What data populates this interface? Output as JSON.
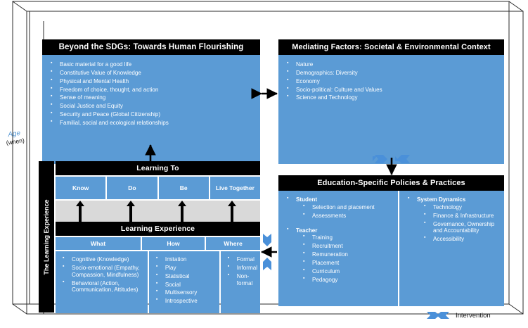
{
  "diagram": {
    "title_hidden": "",
    "axis_label": {
      "line1": "Age",
      "line2": "(when)"
    },
    "legend": {
      "label": "Intervention",
      "arrow_color": "#4A90D9"
    },
    "colors": {
      "blue": "#5B9BD5",
      "header": "#000000",
      "band": "#D9D9D9",
      "text": "#FFFFFF"
    }
  },
  "sdg": {
    "title": "Beyond the SDGs: Towards Human Flourishing",
    "items": [
      "Basic material for a good life",
      "Constitutive Value of Knowledge",
      "Physical and Mental Health",
      "Freedom of choice, thought, and action",
      "Sense of meaning",
      "Social Justice and Equity",
      "Security and Peace (Global Citizenship)",
      "Familial, social and ecological relationships"
    ]
  },
  "mediating": {
    "title": "Mediating Factors: Societal & Environmental Context",
    "items": [
      "Nature",
      "Demographics: Diversity",
      "Economy",
      "Socio-political: Culture and Values",
      "Science and Technology"
    ]
  },
  "education": {
    "title": "Education-Specific Policies & Practices",
    "left_groups": [
      {
        "name": "Student",
        "items": [
          "Selection and placement",
          "Assessments"
        ]
      },
      {
        "name": "Teacher",
        "items": [
          "Training",
          "Recruitment",
          "Remuneration",
          "Placement",
          "Curriculum",
          "Pedagogy"
        ]
      }
    ],
    "right_groups": [
      {
        "name": "System Dynamics",
        "items": [
          "Technology",
          "Finance & Infrastructure",
          "Governance, Ownership and Accountability",
          "Accessibility"
        ]
      }
    ]
  },
  "learning": {
    "spine_label": "The Learning Experience",
    "learning_to_title": "Learning To",
    "learning_to_cells": [
      "Know",
      "Do",
      "Be",
      "Live Together"
    ],
    "learning_experience_title": "Learning Experience",
    "columns": [
      "What",
      "How",
      "Where"
    ],
    "what_items": [
      "Cognitive (Knowledge)",
      "Socio-emotional (Empathy, Compassion, Mindfulness)",
      "Behavioral (Action, Communication, Attitudes)"
    ],
    "how_items": [
      "Imitation",
      "Play",
      "Statistical",
      "Social",
      "Multisensory",
      "Introspective"
    ],
    "where_items": [
      "Formal",
      "Informal",
      "Non-formal"
    ]
  }
}
